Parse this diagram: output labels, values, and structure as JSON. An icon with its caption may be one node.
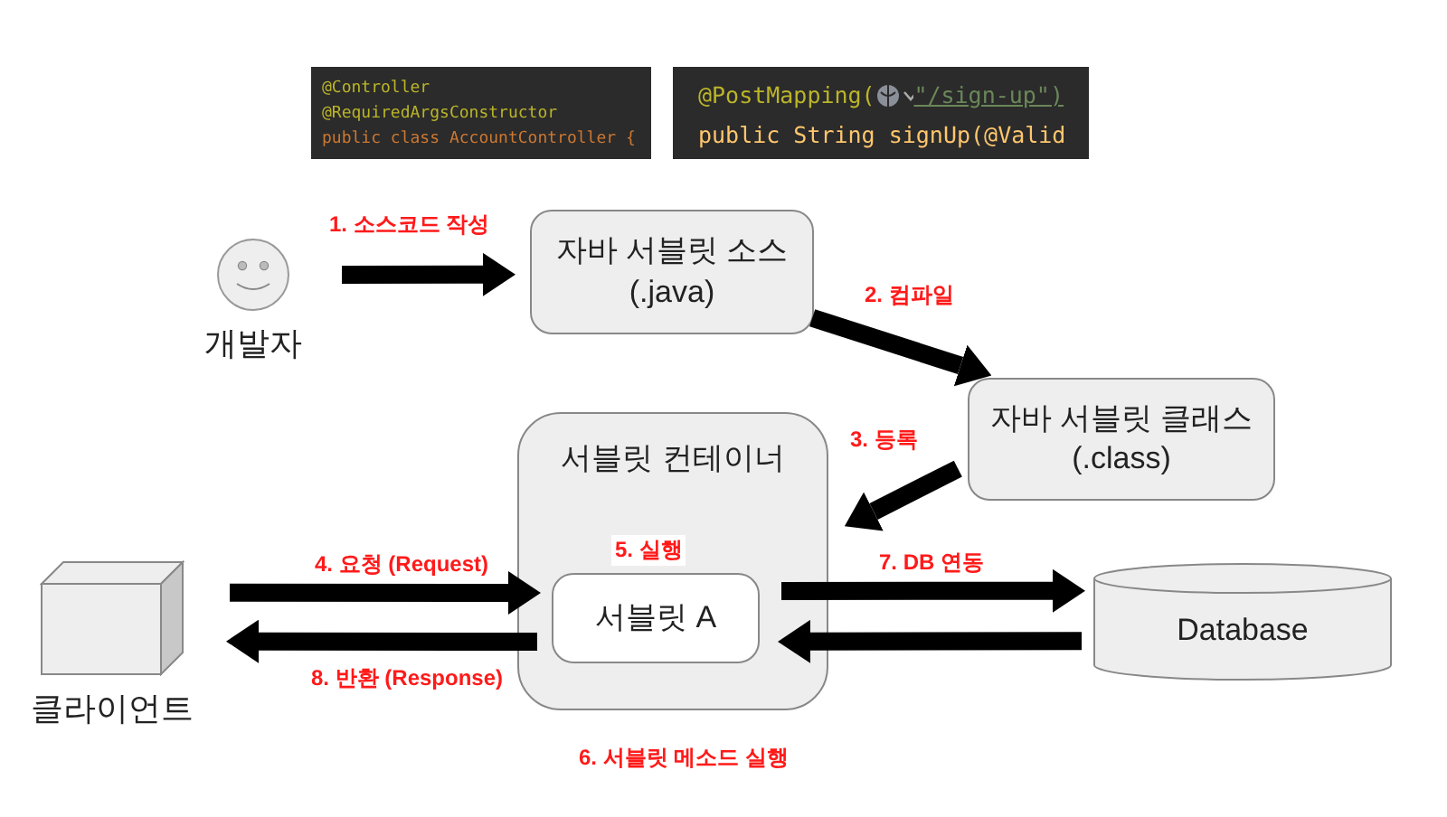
{
  "diagram": {
    "nodes": [
      {
        "text": [],
        "shape": "person",
        "beside": [
          "개발자"
        ]
      },
      {
        "text": [
          "자바 서블릿 소스 (.java)"
        ]
      },
      {
        "text": [
          "자바 서블릿 클래스 (.class)"
        ]
      },
      {
        "text": [
          "서블릿 컨테이너"
        ]
      },
      {
        "text": [
          "서블릿 A"
        ],
        "in": 3
      },
      {
        "text": [],
        "shape": "box",
        "beside": [
          "클라이언트"
        ]
      },
      {
        "text": [
          "Database"
        ]
      }
    ],
    "edges": [
      {
        "from": 0,
        "to": 1,
        "arrow": "to",
        "label": "1. 소스코드 작성"
      },
      {
        "from": 1,
        "to": 2,
        "arrow": "to",
        "label": "2. 컴파일"
      },
      {
        "from": 2,
        "to": 3,
        "arrow": "to",
        "label": "3. 등록"
      },
      {
        "from": 5,
        "to": 4,
        "arrow": "to",
        "label": "4. 요청 (Request)"
      },
      {
        "from": 4,
        "to": 5,
        "arrow": "to",
        "label": "8. 반환 (Response)"
      },
      {
        "from": 4,
        "to": 6,
        "arrow": "to",
        "label": "7. DB 연동"
      },
      {
        "from": 6,
        "to": 4,
        "arrow": "to"
      }
    ],
    "labels": [
      "@Controller",
      "@RequiredArgsConstructor",
      "public class AccountController {",
      "@PostMapping(",
      "\"/sign-up\")",
      "public String signUp(@Valid",
      "5. 실행",
      "6. 서블릿 메소드 실행"
    ]
  }
}
